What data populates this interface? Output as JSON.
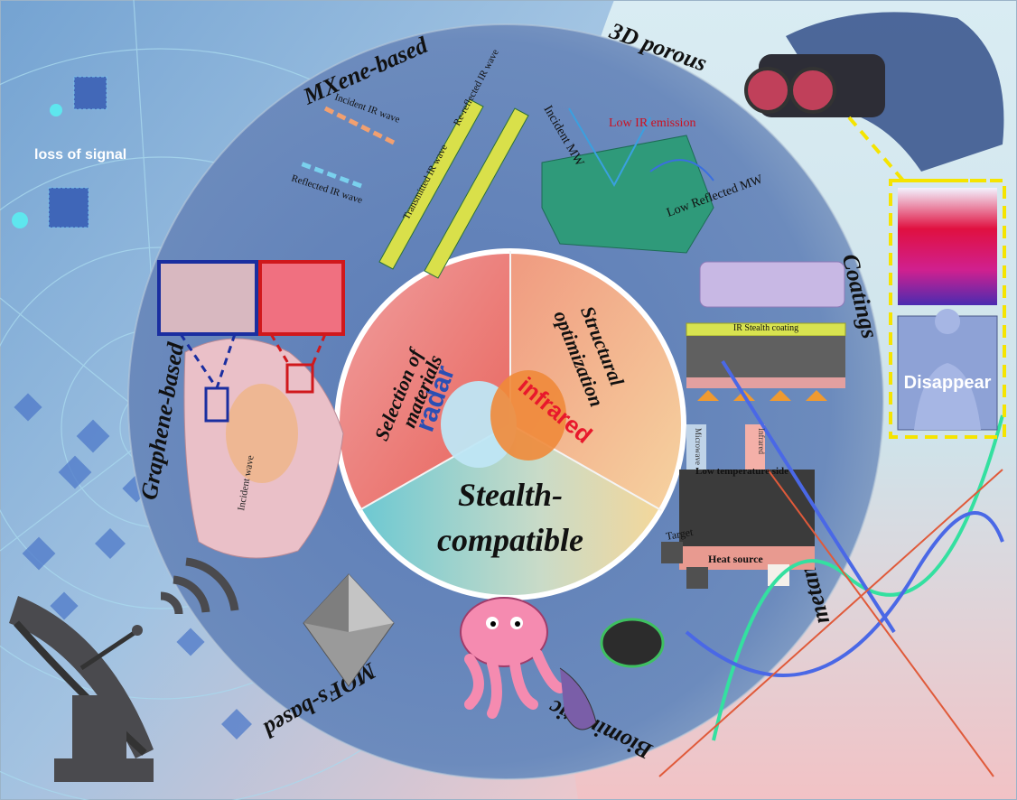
{
  "center": {
    "line1": "Stealth-",
    "line2": "compatible",
    "radar_word": "radar",
    "infrared_word": "infrared",
    "sector_left": [
      "Selection of",
      "materials"
    ],
    "sector_right": [
      "Structural",
      "optimization"
    ]
  },
  "ring_labels": {
    "mxene": "MXene-based",
    "porous": "3D porous",
    "coatings": "Coatings",
    "metamaterial": "metamaterial",
    "biomimetic": "Biomimetic",
    "mofs": "MOFs-based",
    "graphene": "Graphene-based"
  },
  "radar": {
    "loss_signal": "loss of signal"
  },
  "thermal": {
    "disappear": "Disappear"
  },
  "mxene_panel": {
    "incident": "Incident IR wave",
    "reflected_top": "Re-reflected IR wave",
    "reflected_left": "Reflected IR wave",
    "transmitted": "Transmitted IR wave"
  },
  "porous_panel": {
    "incident": "Incident MW",
    "low_ir": "Low IR emission",
    "low_reflected": "Low Reflected MW"
  },
  "coating_panel": {
    "coating": "IR Stealth coating"
  },
  "meta_panel": {
    "low_temp": "Low temperature side",
    "heat_source": "Heat source",
    "target": "Target",
    "microwave": "Microwave",
    "infrared": "Infrared"
  },
  "graphene_panel": {
    "incident": "Incident wave"
  },
  "colors": {
    "sector_red": "#e8716b",
    "sector_orange": "#f0b27f",
    "sector_teal": "#7ecfd3",
    "ring_blue": "#5d7db8",
    "outer_bg": "#7fa8d2",
    "accent_yellow": "#f5e400"
  }
}
